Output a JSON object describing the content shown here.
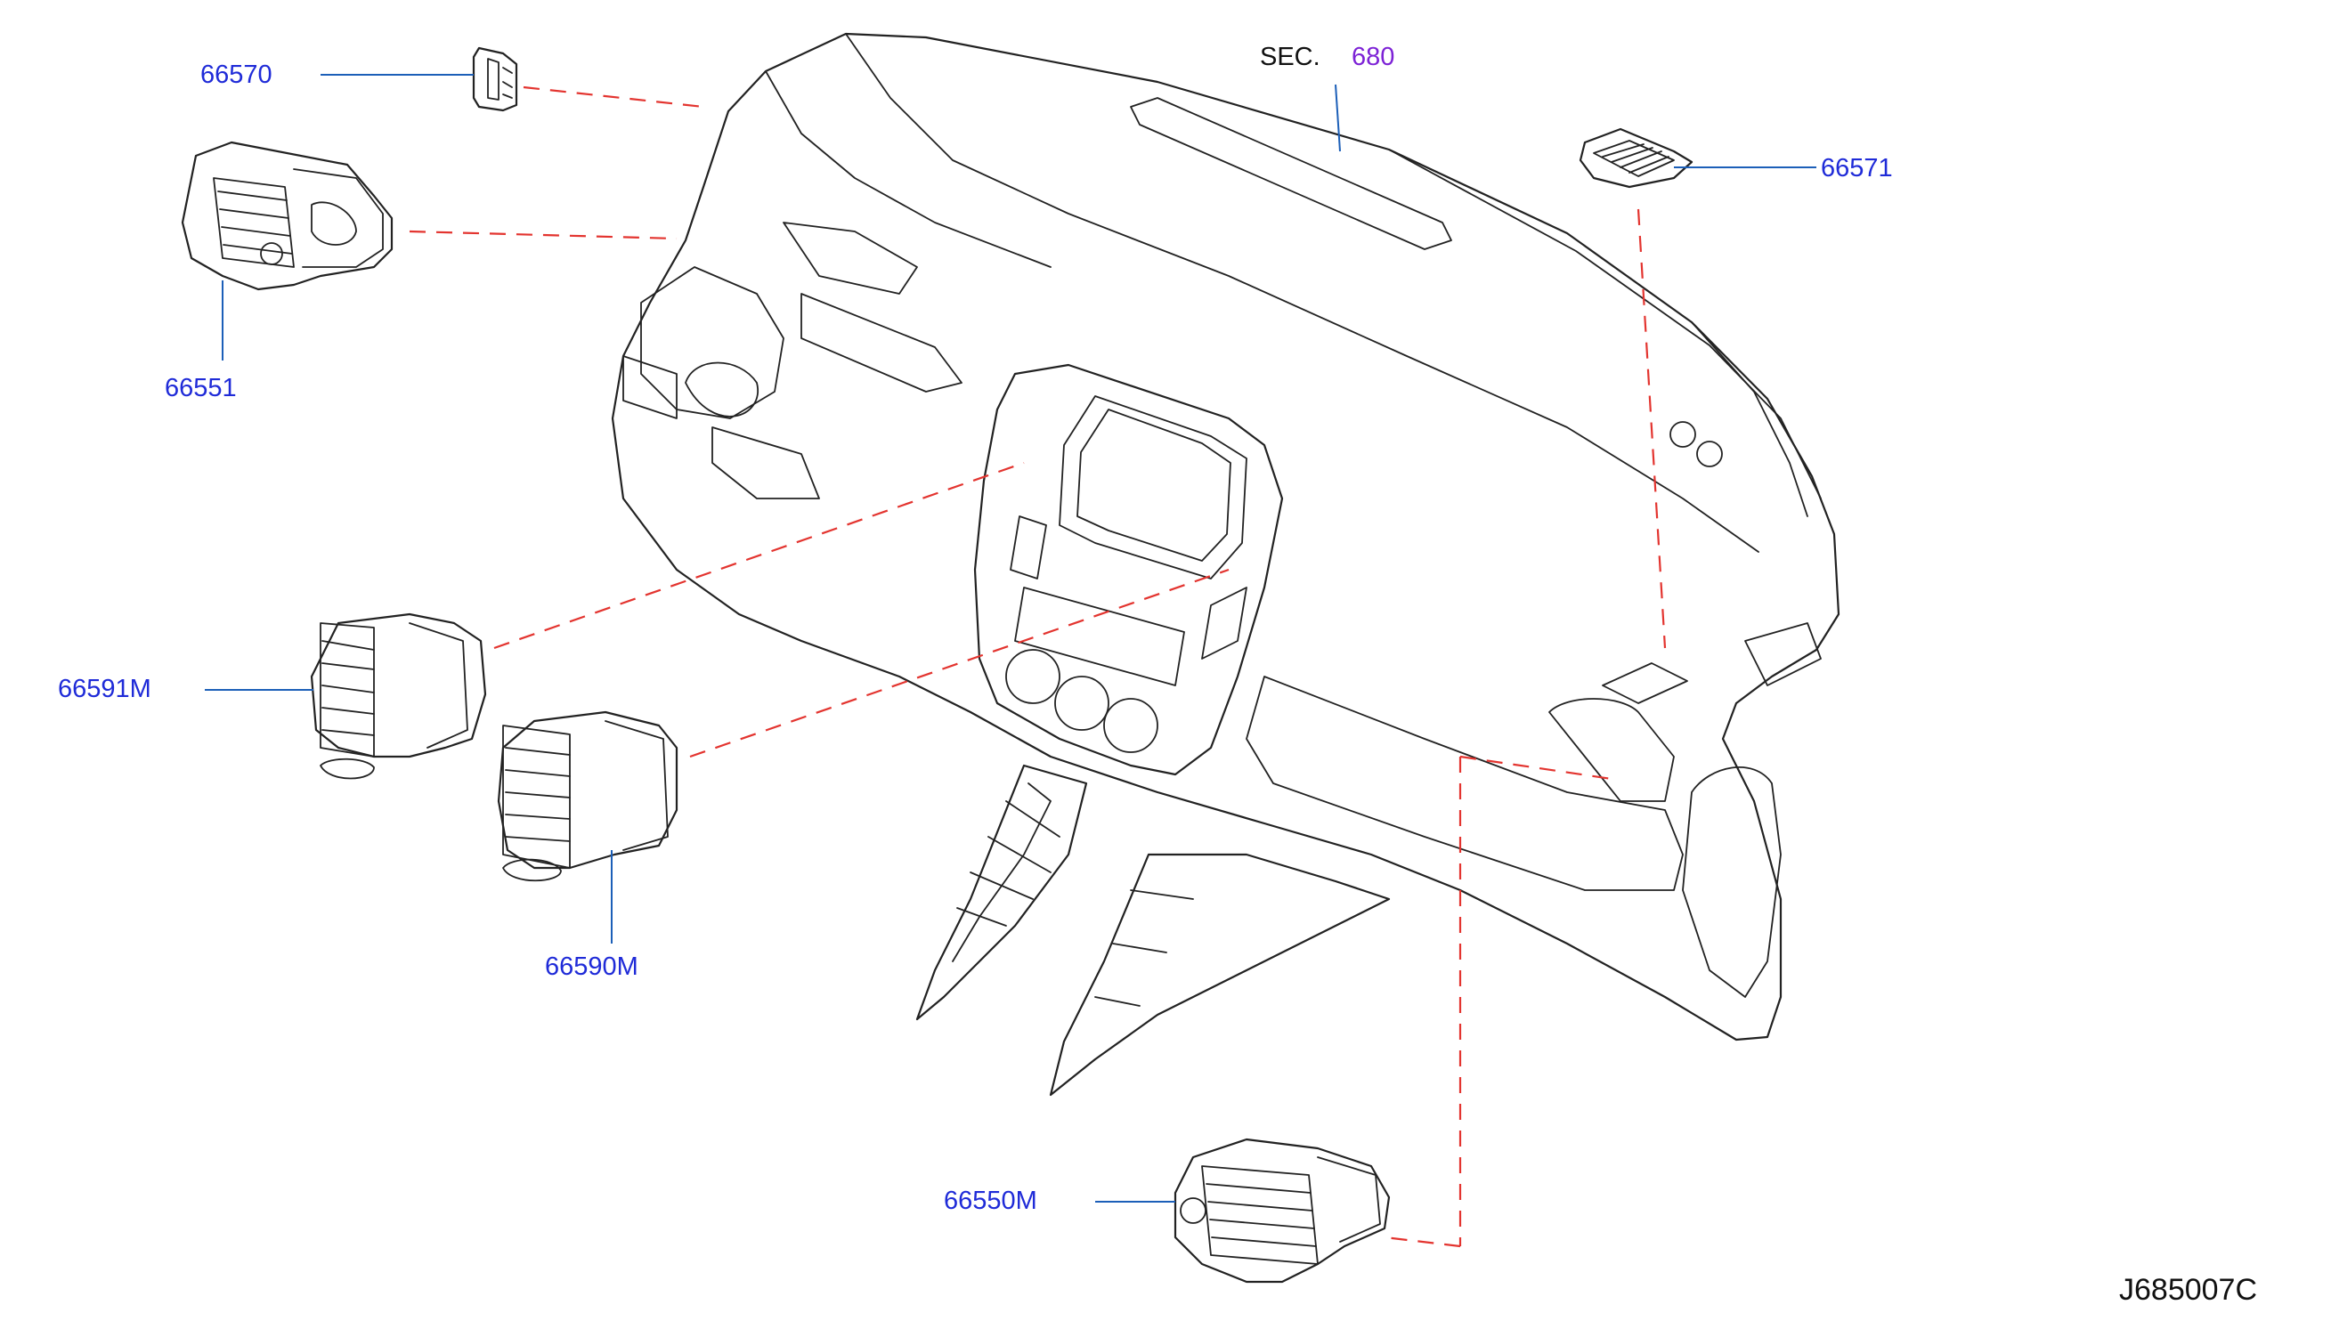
{
  "diagram": {
    "section_ref": {
      "prefix": "SEC.",
      "number": "680"
    },
    "parts": [
      {
        "id": "p66570",
        "number": "66570"
      },
      {
        "id": "p66551",
        "number": "66551"
      },
      {
        "id": "p66571",
        "number": "66571"
      },
      {
        "id": "p66591M",
        "number": "66591M"
      },
      {
        "id": "p66590M",
        "number": "66590M"
      },
      {
        "id": "p66550M",
        "number": "66550M"
      }
    ],
    "drawing_code": "J685007C",
    "colors": {
      "part_label": "#1f2bd8",
      "section_number": "#7d22d6",
      "leader_line": "#1c5fb8",
      "dashed_connector": "#e3342f",
      "outline": "#222222"
    }
  }
}
